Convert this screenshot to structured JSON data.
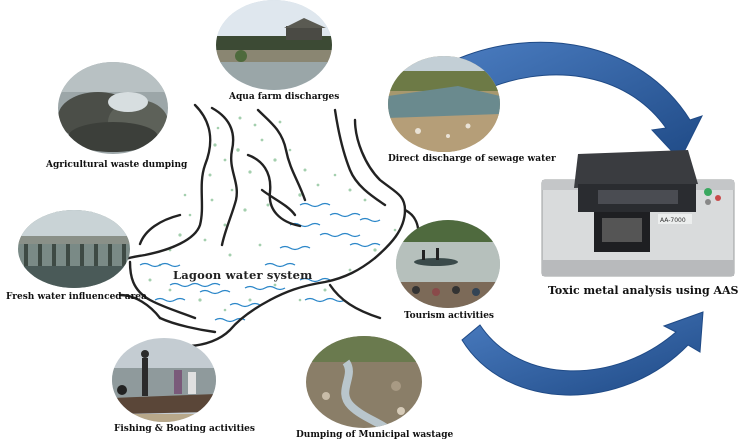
{
  "sources": [
    {
      "id": "aqua",
      "label": "Aqua farm discharges"
    },
    {
      "id": "agri",
      "label": "Agricultural waste dumping"
    },
    {
      "id": "sewage",
      "label": "Direct discharge of sewage water"
    },
    {
      "id": "fresh",
      "label": "Fresh water influenced area"
    },
    {
      "id": "tourism",
      "label": "Tourism activities"
    },
    {
      "id": "fishing",
      "label": "Fishing & Boating activities"
    },
    {
      "id": "municipal",
      "label": "Dumping of Municipal wastage"
    }
  ],
  "center_label": "Lagoon water system",
  "analysis_label": "Toxic metal analysis using AAS",
  "instrument_model": "AA-7000",
  "colors": {
    "arrow": "#2f5f9e",
    "water": "#2a86c8",
    "shore": "#222222",
    "vegetation": "#5aa86c"
  }
}
